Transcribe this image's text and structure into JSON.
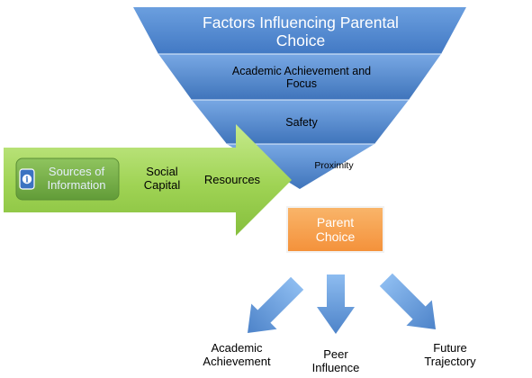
{
  "funnel": {
    "title": "Factors Influencing Parental Choice",
    "levels": [
      {
        "label": "Academic Achievement and Focus"
      },
      {
        "label": "Safety"
      },
      {
        "label": "Proximity"
      }
    ]
  },
  "input_arrow": {
    "source_label": "Sources of Information",
    "items": [
      "Social Capital",
      "Resources"
    ]
  },
  "center": {
    "label": "Parent Choice"
  },
  "outcomes": [
    {
      "label": "Academic Achievement"
    },
    {
      "label": "Peer Influence"
    },
    {
      "label": "Future Trajectory"
    }
  ],
  "colors": {
    "funnel_blue": "#4f86c8",
    "input_arrow_green": "#9bd24d",
    "source_box_green": "#77b24a",
    "info_icon_blue": "#3c73c1",
    "parent_choice_orange": "#f7a14b",
    "outcome_arrow_blue": "#5e95d9"
  },
  "icons": {
    "source": "info-icon"
  }
}
